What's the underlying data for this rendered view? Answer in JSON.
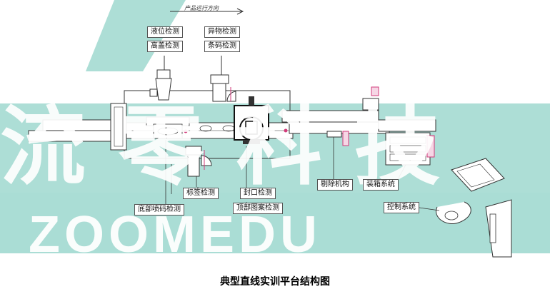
{
  "watermark": {
    "brand_cn": "流 零 科 技",
    "brand_en": "ZOOMEDU"
  },
  "flow_direction": "产品运行方向",
  "labels": {
    "liquid_level": "液位检测",
    "foreign_object": "异物检测",
    "cap_detect": "高盖检测",
    "barcode": "条码检测",
    "label_detect": "标签检测",
    "seal_detect": "封口检测",
    "bottom_print": "底部喷码检测",
    "top_pattern": "顶部图案检测",
    "reject": "剔除机构",
    "packing": "装箱系统",
    "control": "控制系统"
  },
  "caption": "典型直线实训平台结构图",
  "colors": {
    "background": "#ffffff",
    "teal_band": "#9fd8cf",
    "line": "#333333",
    "accent_pink": "#d23a7a"
  }
}
